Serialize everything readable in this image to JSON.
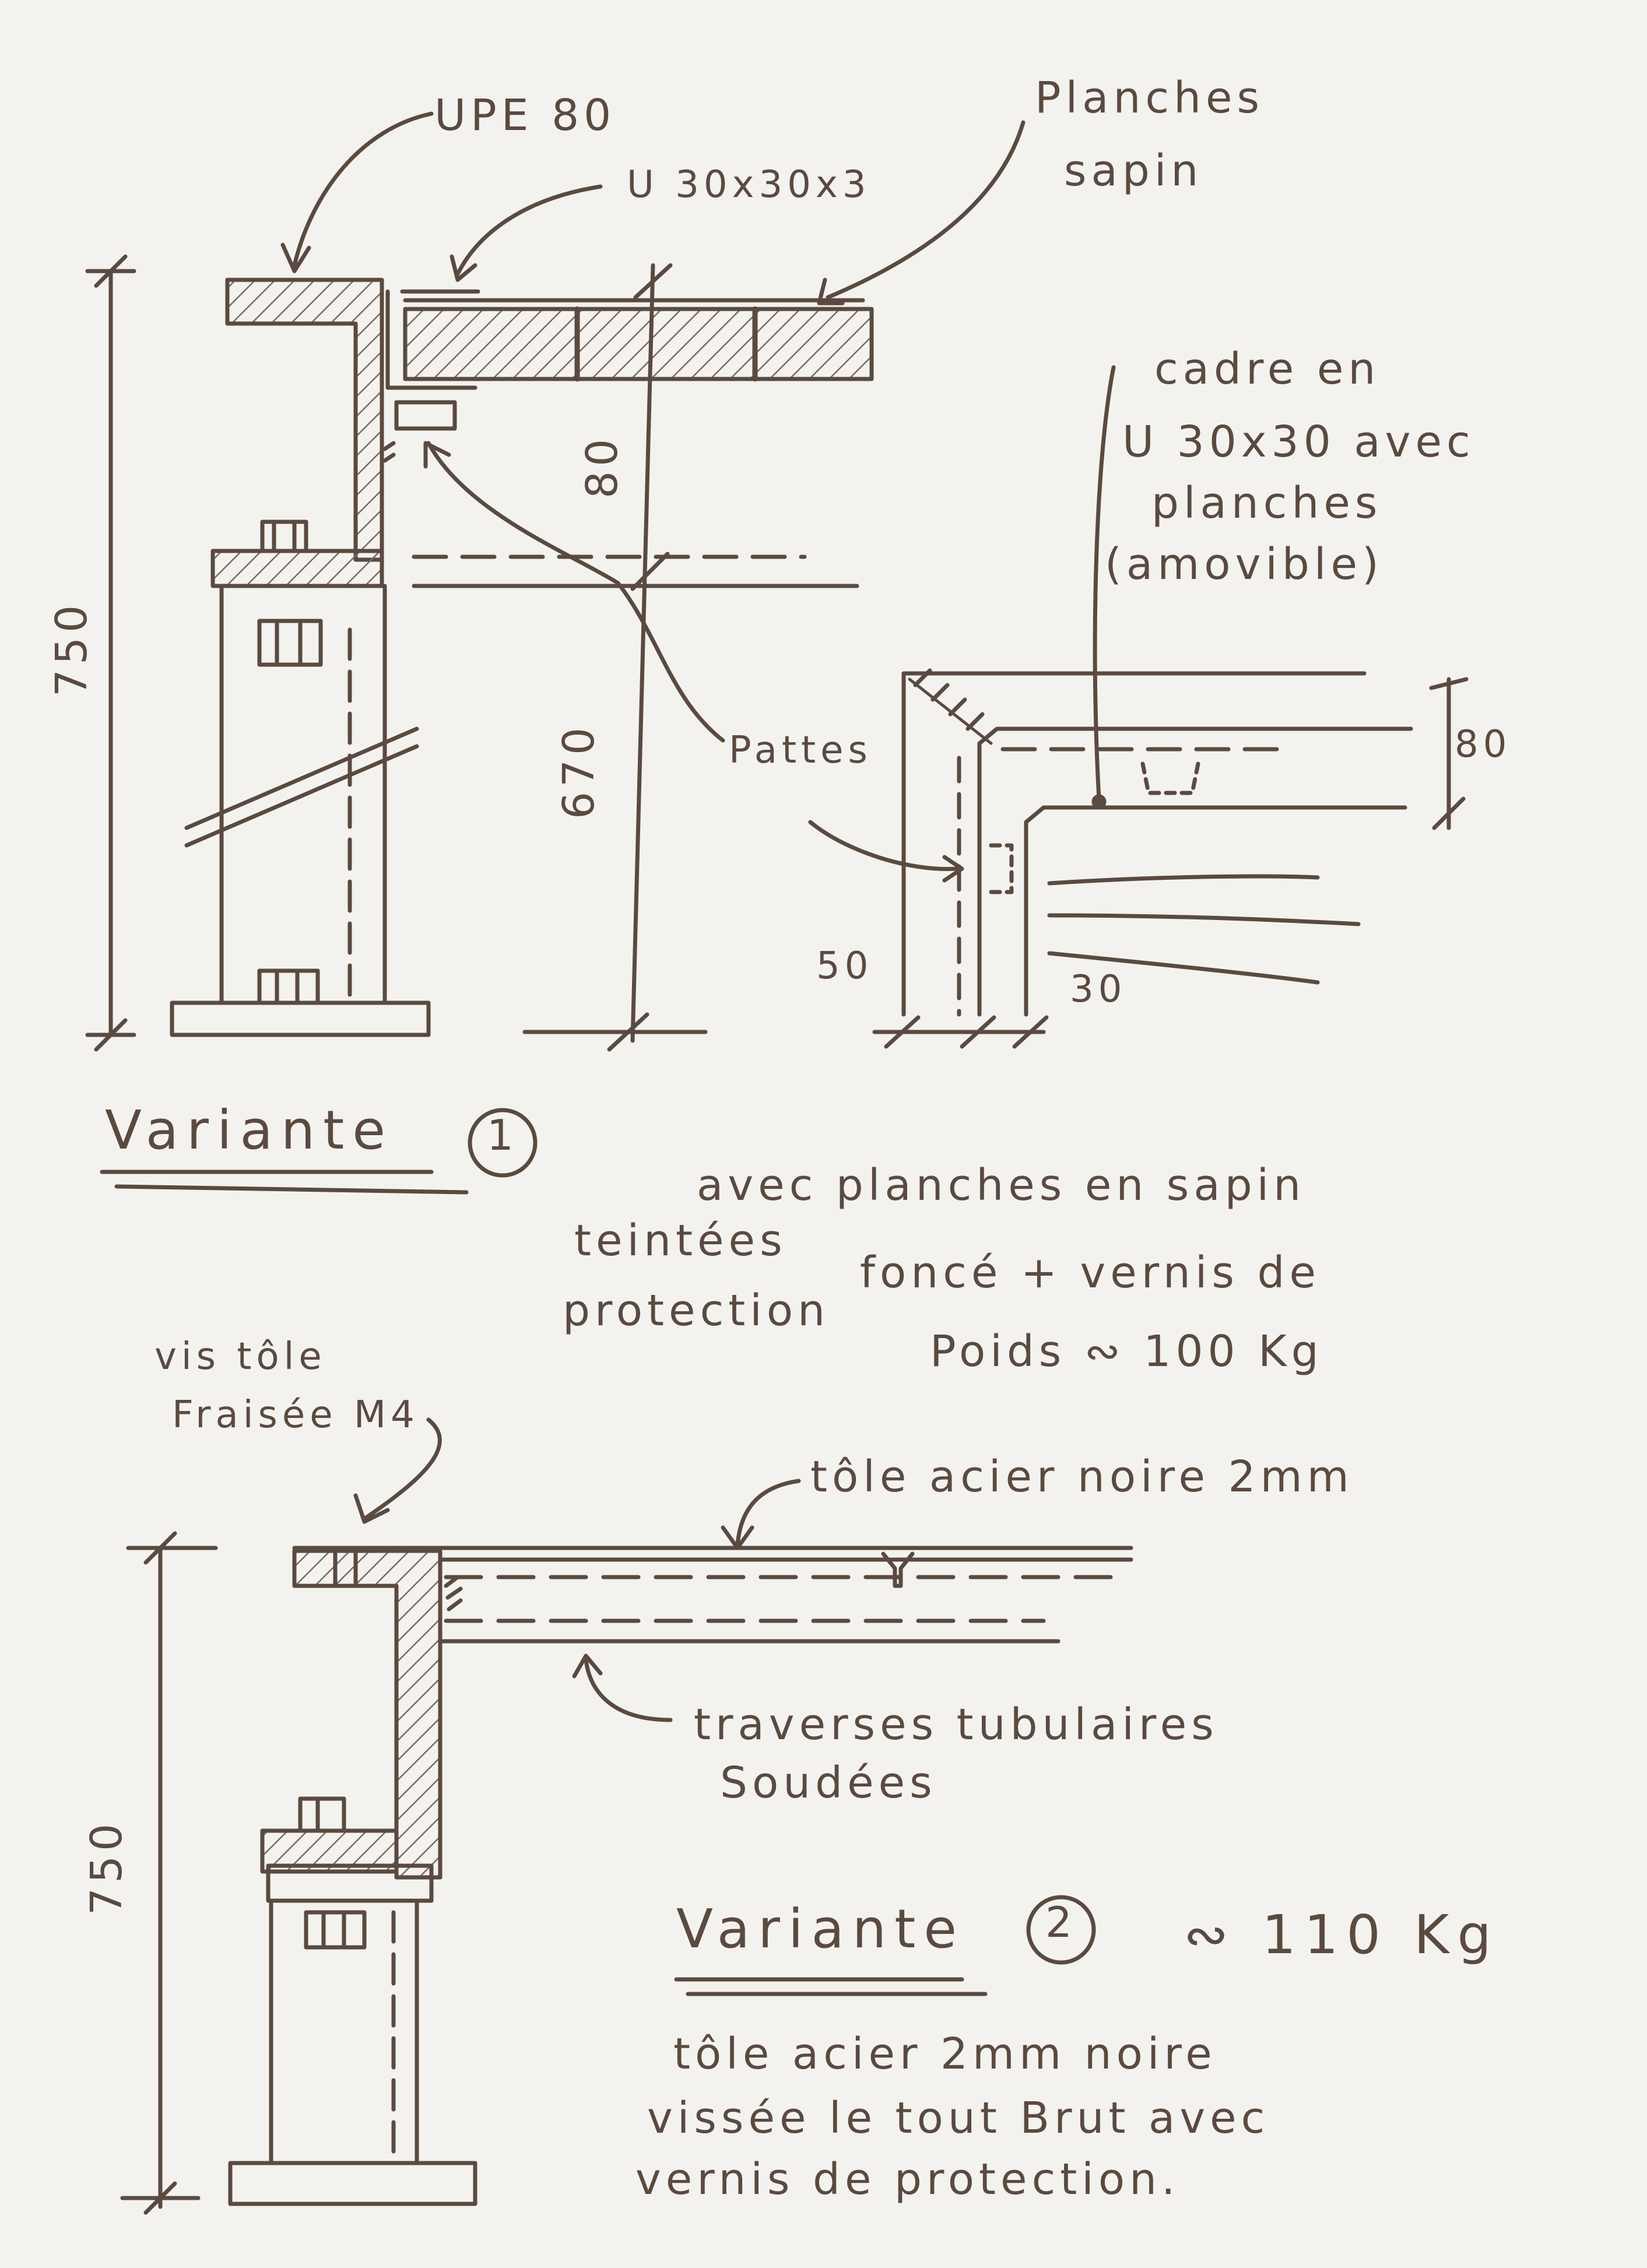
{
  "variant1": {
    "labels": {
      "upe": "UPE 80",
      "u_small": "U 30x30x3",
      "planches_1": "Planches",
      "planches_2": "sapin",
      "cadre_1": "cadre en",
      "cadre_2": "U 30x30 avec",
      "cadre_3": "planches",
      "cadre_4": "(amovible)",
      "pattes": "Pattes"
    },
    "dimensions": {
      "height_total": "750",
      "gap": "80",
      "height_lower": "670",
      "frame_depth": "80",
      "frame_50": "50",
      "frame_30": "30"
    },
    "title": "Variante",
    "number": "1",
    "desc": {
      "line1": "avec planches en sapin",
      "line2a": "teintées",
      "line2b": "foncé + vernis de",
      "line3a": "protection",
      "line3b": "Poids ∾ 100 Kg"
    }
  },
  "variant2": {
    "labels": {
      "vis_1": "vis tôle",
      "vis_2": "Fraisée M4",
      "tole": "tôle acier noire 2mm",
      "trav_1": "traverses tubulaires",
      "trav_2": "Soudées"
    },
    "dimensions": {
      "height_total": "750"
    },
    "title": "Variante",
    "number": "2",
    "weight": "∾ 110 Kg",
    "desc": {
      "line1": "tôle acier 2mm noire",
      "line2": "vissée le tout Brut avec",
      "line3": "vernis de protection."
    }
  },
  "colors": {
    "ink": "#5a4a40",
    "paper": "#f3f2ef"
  }
}
